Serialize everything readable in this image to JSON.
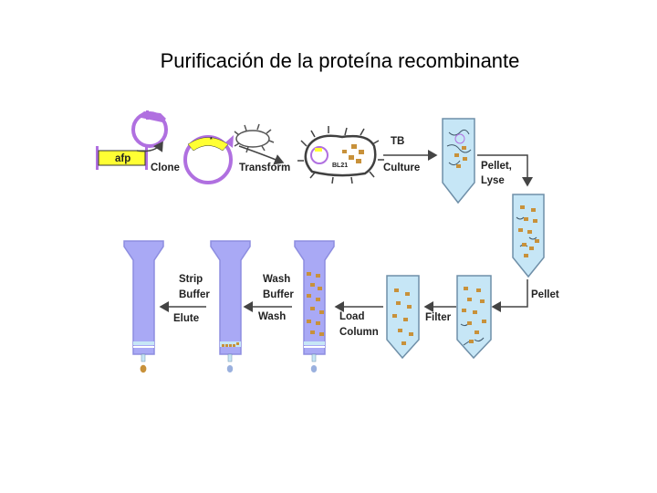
{
  "title": "Purificación de la proteína recombinante",
  "diagram": {
    "gene_label": "afp",
    "strain_label": "BL21",
    "steps": {
      "clone": "Clone",
      "transform": "Transform",
      "tb": "TB",
      "culture": "Culture",
      "pellet_lyse_1": "Pellet,",
      "pellet_lyse_2": "Lyse",
      "pellet": "Pellet",
      "filter": "Filter",
      "load": "Load",
      "column": "Column",
      "wash_buffer_1": "Wash",
      "wash_buffer_2": "Buffer",
      "wash": "Wash",
      "strip": "Strip",
      "strip_buffer": "Buffer",
      "elute": "Elute"
    }
  },
  "colors": {
    "tube_fill": "#c6e6f6",
    "tube_stroke": "#6f8fa8",
    "column_fill": "#a9a9f5",
    "column_stroke": "#8d8de0",
    "plasmid": "#b070e0",
    "insert": "#ffff33",
    "protein": "#c8913a",
    "bacterium": "#404040",
    "arrow": "#444444"
  }
}
